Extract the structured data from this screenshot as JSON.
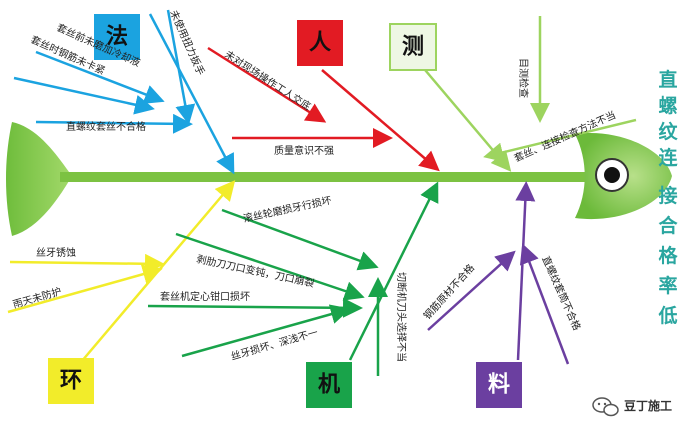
{
  "title": "直螺纹连接合格率低",
  "title_chars": [
    "直",
    "螺",
    "纹",
    "连",
    "接",
    "合",
    "格",
    "率",
    "低"
  ],
  "colors": {
    "spine": "#7cc242",
    "fa": "#1ba3e0",
    "ren": "#e21b23",
    "ce": "#9dd45f",
    "huan": "#f2ec2a",
    "ji": "#19a34a",
    "liao": "#6b3fa0",
    "title": "#2aa6a0"
  },
  "categories": {
    "fa": "法",
    "ren": "人",
    "ce": "测",
    "huan": "环",
    "ji": "机",
    "liao": "料"
  },
  "causes": {
    "fa": [
      "未使用扭力扳手",
      "套丝前未磨加冷却液",
      "套丝时钢筋未卡紧",
      "直螺纹套丝不合格"
    ],
    "ren": [
      "未对现场操作工人交底",
      "质量意识不强"
    ],
    "ce": [
      "目测检查",
      "套丝、连接检查方法不当"
    ],
    "huan": [
      "丝牙锈蚀",
      "雨天未防护"
    ],
    "ji": [
      "滚丝轮磨损牙行损坏",
      "剥肋刀刀口变钝，刀口崩裂",
      "套丝机定心钳口损坏",
      "丝牙损坏、深浅不一",
      "切断机刀头选择不当"
    ],
    "liao": [
      "钢筋原材不合格",
      "直螺纹套筒不合格"
    ]
  },
  "brand": {
    "icon": "wechat-bubble-icon",
    "text": "豆丁施工"
  }
}
